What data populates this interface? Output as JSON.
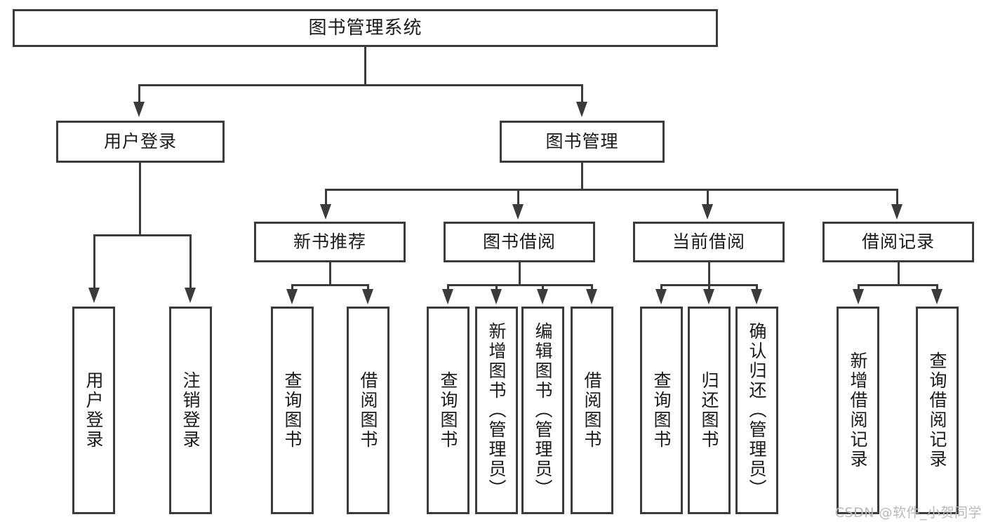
{
  "diagram": {
    "type": "tree",
    "title": "图书管理系统",
    "root": {
      "label": "图书管理系统"
    },
    "level2": [
      {
        "label": "用户登录"
      },
      {
        "label": "图书管理"
      }
    ],
    "level3": [
      {
        "label": "新书推荐"
      },
      {
        "label": "图书借阅"
      },
      {
        "label": "当前借阅"
      },
      {
        "label": "借阅记录"
      }
    ],
    "leaves": {
      "user_login": [
        {
          "label": "用户登录"
        },
        {
          "label": "注销登录"
        }
      ],
      "new_book_recommend": [
        {
          "label": "查询图书"
        },
        {
          "label": "借阅图书"
        }
      ],
      "book_borrow": [
        {
          "label": "查询图书"
        },
        {
          "label": "新增图书（管理员）"
        },
        {
          "label": "编辑图书（管理员）"
        },
        {
          "label": "借阅图书"
        }
      ],
      "current_borrow": [
        {
          "label": "查询图书"
        },
        {
          "label": "归还图书"
        },
        {
          "label": "确认归还（管理员）"
        }
      ],
      "borrow_record": [
        {
          "label": "新增借阅记录"
        },
        {
          "label": "查询借阅记录"
        }
      ]
    }
  },
  "watermark": {
    "text": "CSDN @软件_小贺同学"
  },
  "colors": {
    "stroke": "#3b3b3b",
    "text": "#1a1a1a",
    "background": "#ffffff",
    "watermark": "#b9b9b9"
  }
}
